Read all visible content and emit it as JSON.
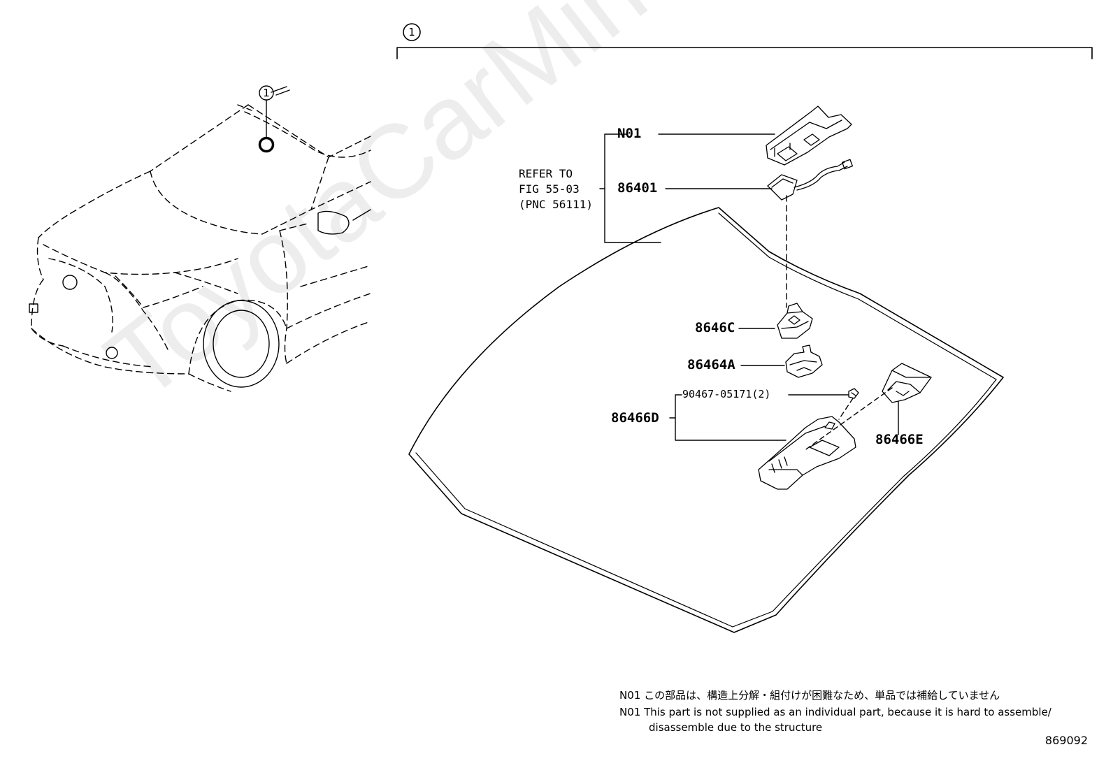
{
  "callout_index": "1",
  "watermark_text": "ToyotaCarMine.ru",
  "refer_to": {
    "line1": "REFER TO",
    "line2": "FIG 55-03",
    "line3": "(PNC 56111)"
  },
  "part_labels": {
    "n01": "N01",
    "p86401": "86401",
    "p8646c": "8646C",
    "p86464a": "86464A",
    "p90467": "90467-05171(2)",
    "p86466d": "86466D",
    "p86466e": "86466E"
  },
  "notes": {
    "jp": "N01 この部品は、構造上分解・組付けが困難なため、単品では補給していません",
    "en_line1": "N01 This part is not supplied as an individual part, because it is hard to assemble/",
    "en_line2": "disassemble due to the structure"
  },
  "figure_number": "869092"
}
